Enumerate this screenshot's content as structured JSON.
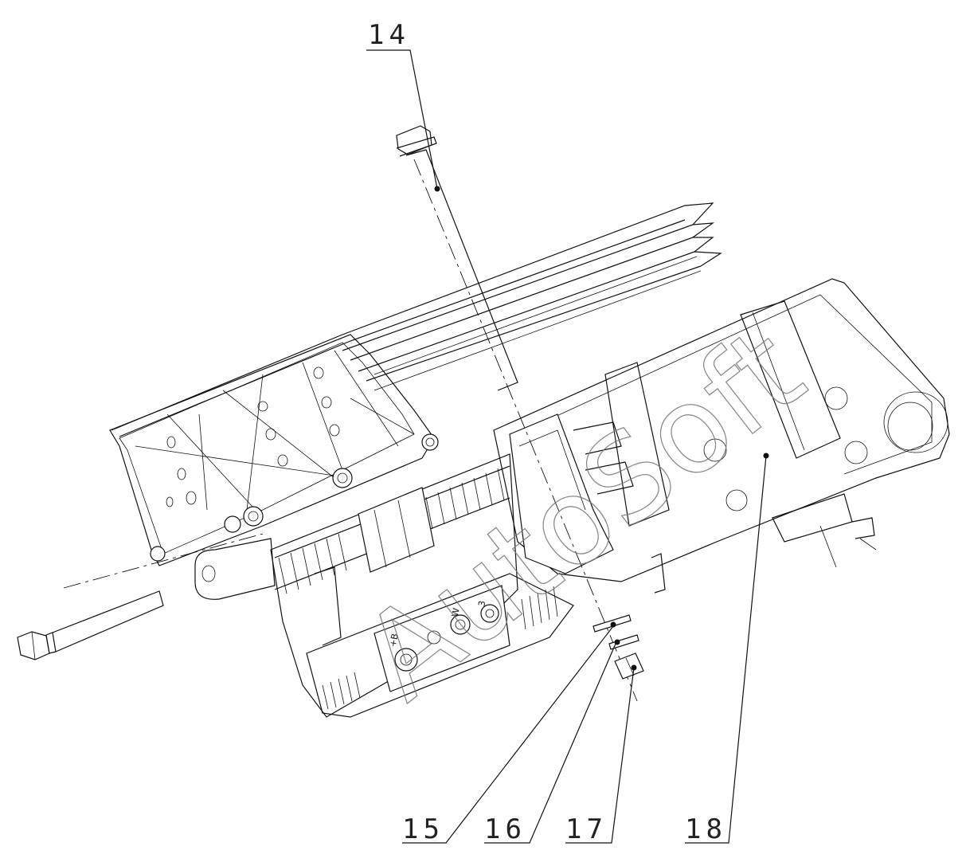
{
  "callouts": {
    "c14": "14",
    "c15": "15",
    "c16": "16",
    "c17": "17",
    "c18": "18"
  },
  "watermark": "AutoSoft",
  "terminals": {
    "t1": "+B",
    "t2": "W",
    "t3": "3"
  }
}
